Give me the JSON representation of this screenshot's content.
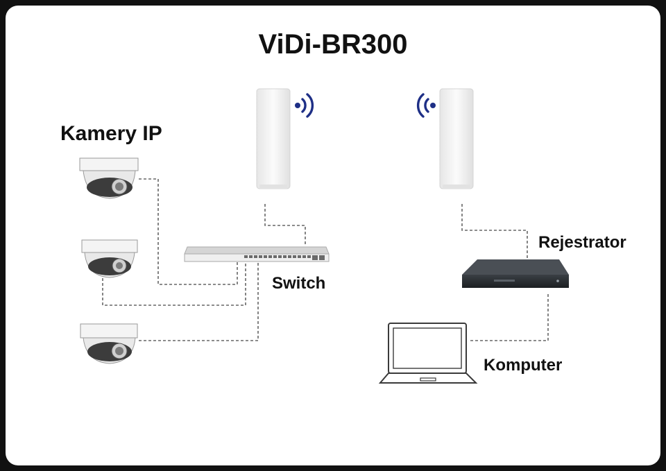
{
  "title": "ViDi-BR300",
  "labels": {
    "cameras": "Kamery IP",
    "switch": "Switch",
    "recorder": "Rejestrator",
    "computer": "Komputer"
  },
  "colors": {
    "background": "#ffffff",
    "border": "#111111",
    "wifi_signal": "#1e2f86",
    "cable": "#666666",
    "device_dark": "#2b2f33"
  },
  "icons": [
    "dome-camera-icon",
    "network-switch-icon",
    "wireless-bridge-icon",
    "wifi-signal-icon",
    "recorder-icon",
    "laptop-icon"
  ]
}
